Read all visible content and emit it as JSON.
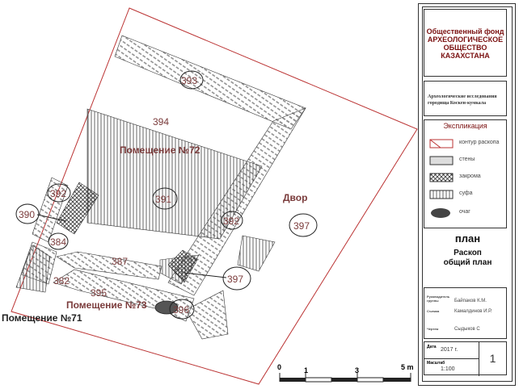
{
  "plan": {
    "rooms": {
      "room72": "Помещение №72",
      "room73": "Помещение №73",
      "room71": "Помещение №71",
      "yard": "Двор"
    },
    "numbers": [
      "393",
      "394",
      "391",
      "392",
      "392",
      "390",
      "384",
      "382",
      "387",
      "395",
      "396",
      "397",
      "397"
    ],
    "scale": {
      "ticks": [
        "0",
        "1",
        "3",
        "5 m"
      ]
    }
  },
  "sidebar": {
    "org": "Общественный фонд АРХЕОЛОГИЧЕСКОЕ ОБЩЕСТВО КАЗАХСТАНА",
    "subject": "Археологические исследования городища Коскен-кумкала",
    "legend": {
      "title": "Экспликация",
      "items": [
        "контур раскопа",
        "стены",
        "закрома",
        "суфа",
        "очаг"
      ]
    },
    "plan_title": "план",
    "subtitle": "Раскоп общий план",
    "sig": [
      {
        "role": "Руководитель группы",
        "name": "Байпаков К.М."
      },
      {
        "role": "Съемка",
        "name": "Камалдинов И.Р."
      },
      {
        "role": "Чертеж",
        "name": "Сыдыков С"
      }
    ],
    "date_label": "Дата",
    "year": "2017 г.",
    "scale_label": "Масштаб",
    "scale": "1:100",
    "sheet": "1"
  }
}
